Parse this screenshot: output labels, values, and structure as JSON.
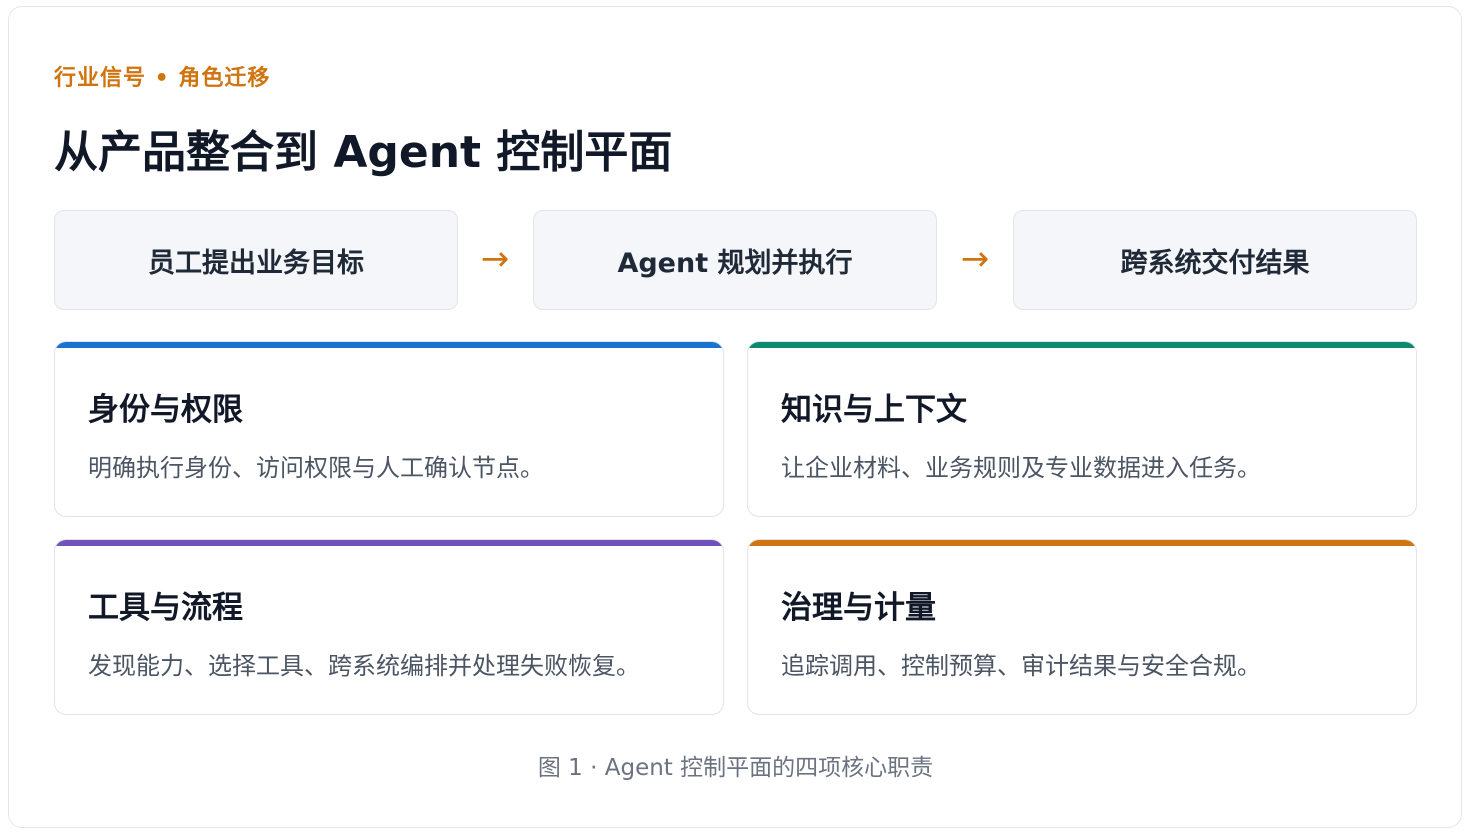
{
  "header": {
    "eyebrow": "行业信号 • 角色迁移",
    "title": "从产品整合到 Agent 控制平面"
  },
  "flow": {
    "steps": [
      "员工提出业务目标",
      "Agent 规划并执行",
      "跨系统交付结果"
    ],
    "arrow": "→"
  },
  "cards": [
    {
      "title": "身份与权限",
      "desc": "明确执行身份、访问权限与人工确认节点。",
      "color": "#1a73d1"
    },
    {
      "title": "知识与上下文",
      "desc": "让企业材料、业务规则及专业数据进入任务。",
      "color": "#0b8a70"
    },
    {
      "title": "工具与流程",
      "desc": "发现能力、选择工具、跨系统编排并处理失败恢复。",
      "color": "#7052b8"
    },
    {
      "title": "治理与计量",
      "desc": "追踪调用、控制预算、审计结果与安全合规。",
      "color": "#d0740f"
    }
  ],
  "caption": "图 1 · Agent 控制平面的四项核心职责",
  "colors": {
    "accent": "#d0740f",
    "title_text": "#111827"
  }
}
